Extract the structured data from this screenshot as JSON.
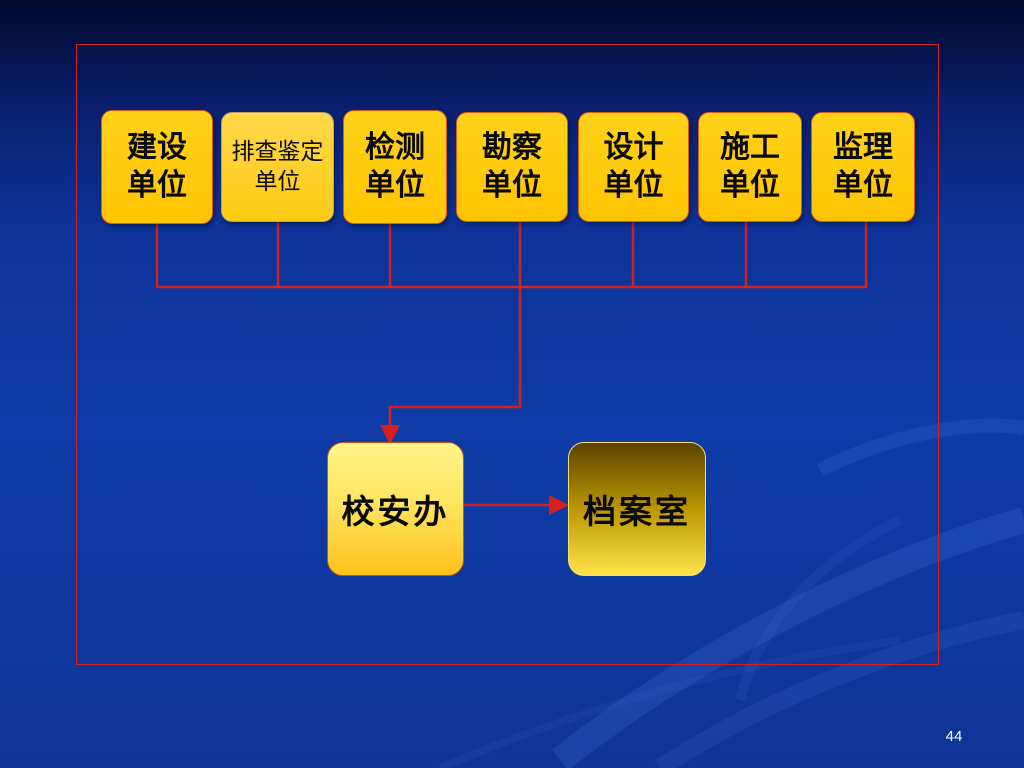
{
  "units": [
    {
      "line1": "建设",
      "line2": "单位"
    },
    {
      "line1": "排查鉴定",
      "line2": "单位"
    },
    {
      "line1": "检测",
      "line2": "单位"
    },
    {
      "line1": "勘察",
      "line2": "单位"
    },
    {
      "line1": "设计",
      "line2": "单位"
    },
    {
      "line1": "施工",
      "line2": "单位"
    },
    {
      "line1": "监理",
      "line2": "单位"
    }
  ],
  "office": {
    "label": "校安办"
  },
  "archive": {
    "label": "档案室"
  },
  "page_number": "44",
  "colors": {
    "connector": "#d42020",
    "unit_fill": "#ffc400",
    "background": "#0e3ba6"
  }
}
